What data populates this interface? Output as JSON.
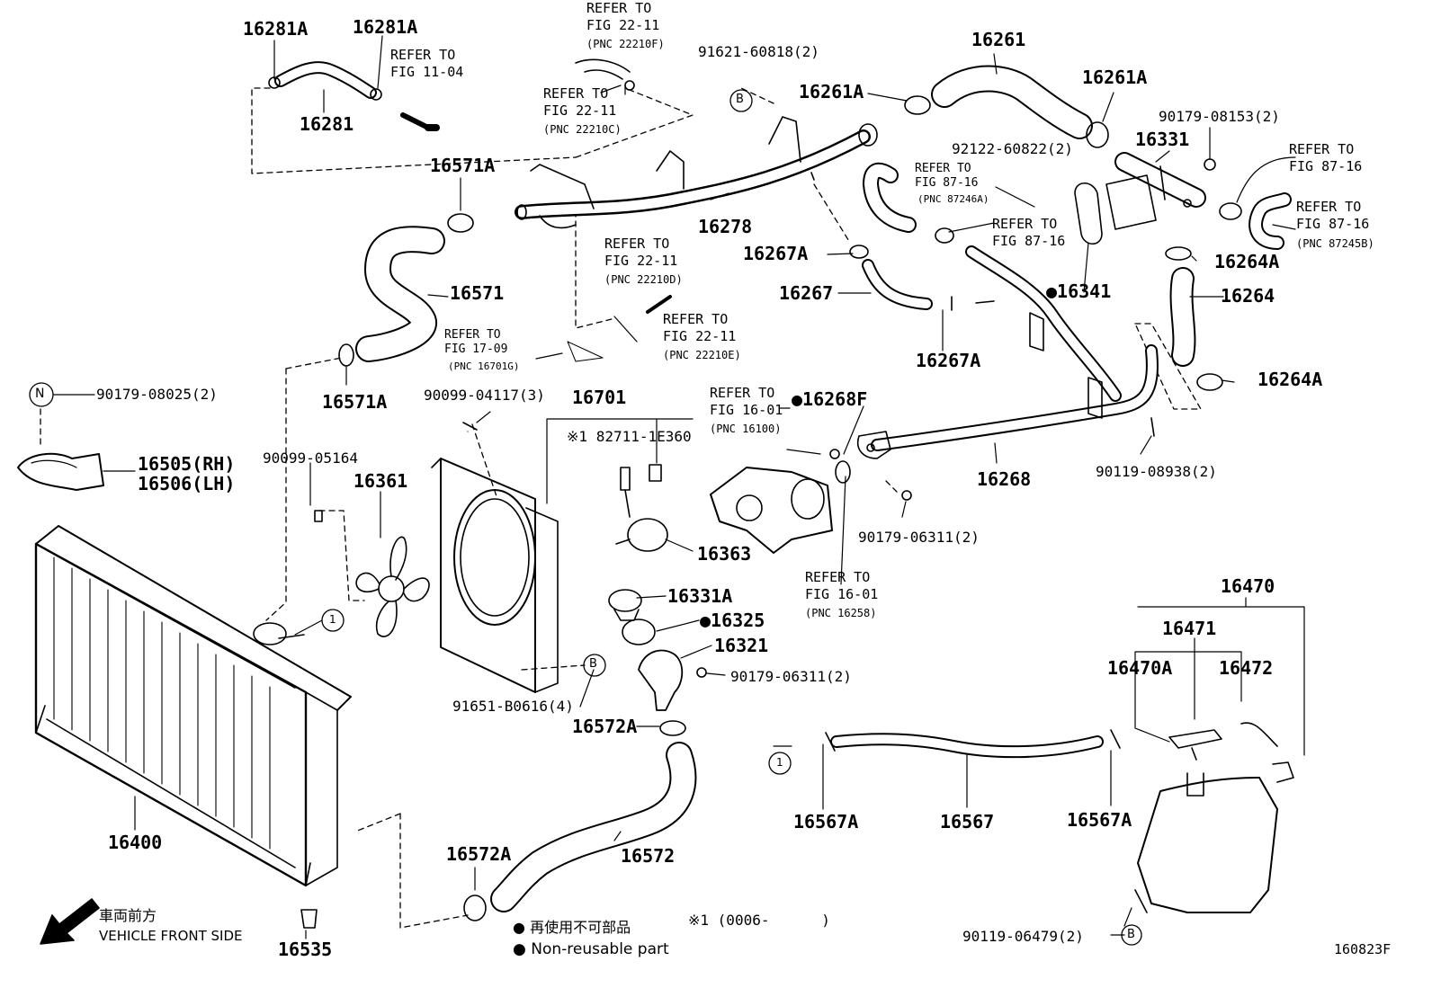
{
  "diagram": {
    "figure_code": "160823F",
    "part_numbers": {
      "p16281A_left": "16281A",
      "p16281A_right": "16281A",
      "p16281": "16281",
      "p16571A_top": "16571A",
      "p16571": "16571",
      "p16571A_bottom": "16571A",
      "p16278": "16278",
      "p91621": "91621-60818(2)",
      "p16261": "16261",
      "p16261A_left": "16261A",
      "p16261A_right": "16261A",
      "p90179_08153": "90179-08153(2)",
      "p92122": "92122-60822(2)",
      "p16331": "16331",
      "p16267A_top": "16267A",
      "p16267": "16267",
      "p16267A_bottom": "16267A",
      "p16341": "16341",
      "p16264A_top": "16264A",
      "p16264": "16264",
      "p16264A_bottom": "16264A",
      "p90179_08025": "90179-08025(2)",
      "p16505": "16505(RH)",
      "p16506": "16506(LH)",
      "p90099_04117": "90099-04117(3)",
      "p16701": "16701",
      "p82711": "82711-1E360",
      "p16268F": "16268F",
      "p90099_05164": "90099-05164",
      "p16361": "16361",
      "p16363": "16363",
      "p16268": "16268",
      "p90119_08938": "90119-08938(2)",
      "p90179_06311_top": "90179-06311(2)",
      "p16331A": "16331A",
      "p16325": "16325",
      "p16321": "16321",
      "p90179_06311_bottom": "90179-06311(2)",
      "p91651": "91651-B0616(4)",
      "p16572A_top": "16572A",
      "p16470": "16470",
      "p16471": "16471",
      "p16470A": "16470A",
      "p16472": "16472",
      "p16400": "16400",
      "p16567A_left": "16567A",
      "p16567": "16567",
      "p16567A_right": "16567A",
      "p16572A_bottom": "16572A",
      "p16572": "16572",
      "p16535": "16535",
      "p90119_06479": "90119-06479(2)"
    },
    "references": {
      "ref_top": "REFER TO\nFIG 22-11",
      "ref_top_pnc": "(PNC 22210F)",
      "ref_22210C": "REFER TO\nFIG 22-11",
      "ref_22210C_pnc": "(PNC 22210C)",
      "ref_11_04": "REFER TO\nFIG 11-04",
      "ref_87_16_a": "REFER TO\nFIG 87-16",
      "ref_87_16_a_pnc": "(PNC 87246A)",
      "ref_87_16_b": "REFER TO\nFIG 87-16",
      "ref_87_16_c": "REFER TO\nFIG 87-16",
      "ref_87_16_d": "REFER TO\nFIG 87-16",
      "ref_87_16_d_pnc": "(PNC 87245B)",
      "ref_22210D": "REFER TO\nFIG 22-11",
      "ref_22210D_pnc": "(PNC 22210D)",
      "ref_22210E": "REFER TO\nFIG 22-11",
      "ref_22210E_pnc": "(PNC 22210E)",
      "ref_17_09": "REFER TO\nFIG 17-09",
      "ref_17_09_pnc": "(PNC 16701G)",
      "ref_16_01_a": "REFER TO\nFIG 16-01",
      "ref_16_01_a_pnc": "(PNC 16100)",
      "ref_16_01_b": "REFER TO\nFIG 16-01",
      "ref_16_01_b_pnc": "(PNC 16258)"
    },
    "markers": {
      "circle_N": "N",
      "circle_B_top": "B",
      "circle_B_mid": "B",
      "circle_B_bottom": "B",
      "circle_1_a": "1",
      "circle_1_b": "1",
      "note_mark": "※1",
      "legend_note": "※1 (0006-      )"
    },
    "legend": {
      "front_jp": "車両前方",
      "front_en": "VEHICLE FRONT SIDE",
      "nonreuse_jp": "再使用不可部品",
      "nonreuse_en": "Non-reusable part",
      "bullet": "●"
    }
  }
}
